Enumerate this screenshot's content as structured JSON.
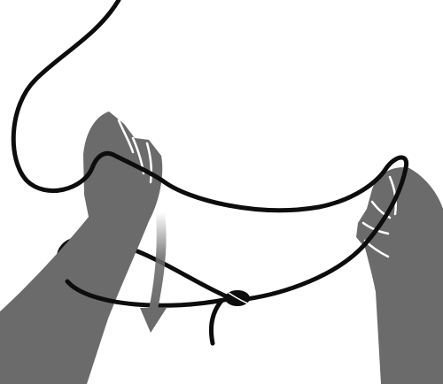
{
  "illustration": {
    "subject": "rope-knot-tying-instruction",
    "elements": [
      "left-hand",
      "right-hand",
      "rope",
      "knot",
      "rope-loop",
      "downward-arrow"
    ]
  },
  "colors": {
    "background": "#ffffff",
    "rope": "#0d0d0d",
    "hand_fill": "#6b6b6b",
    "finger_outline": "#ffffff",
    "arrow_fill": "#6b6b6b"
  }
}
